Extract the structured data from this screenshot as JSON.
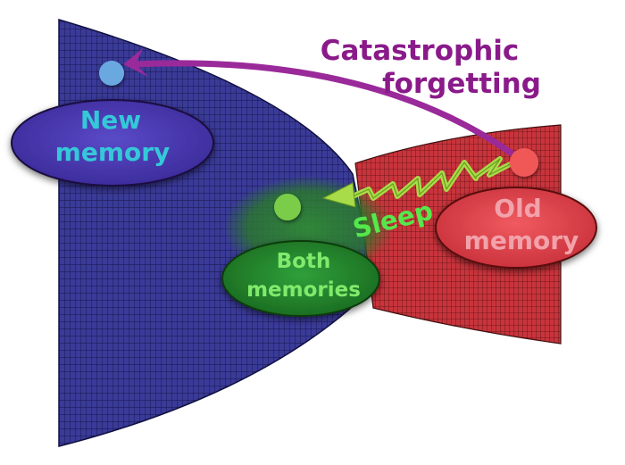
{
  "labels": {
    "catastrophic_line1": "Catastrophic",
    "catastrophic_line2": "forgetting",
    "new_line1": "New",
    "new_line2": "memory",
    "old_line1": "Old",
    "old_line2": "memory",
    "both_line1": "Both",
    "both_line2": "memories",
    "sleep": "Sleep"
  },
  "colors": {
    "blue_region": "#3b3b9a",
    "red_region": "#c8323c",
    "catastrophic_text": "#8a1a8a",
    "arrow_purple": "#9a2a9a",
    "new_text": "#35c8d8",
    "new_ellipse": "#4a3ab0",
    "old_text": "#f0a0a8",
    "old_ellipse": "#e04a50",
    "both_text": "#7ee86a",
    "both_ellipse": "#2a8a2a",
    "sleep_text": "#55e84a",
    "sleep_arrow": "#9ad84a",
    "blue_dot": "#6aa8e0",
    "red_dot": "#f05858",
    "green_dot": "#7acc4a"
  },
  "icons": {
    "catastrophic_arrow": "curved-arrow-icon",
    "sleep_arrow": "zigzag-arrow-icon"
  }
}
